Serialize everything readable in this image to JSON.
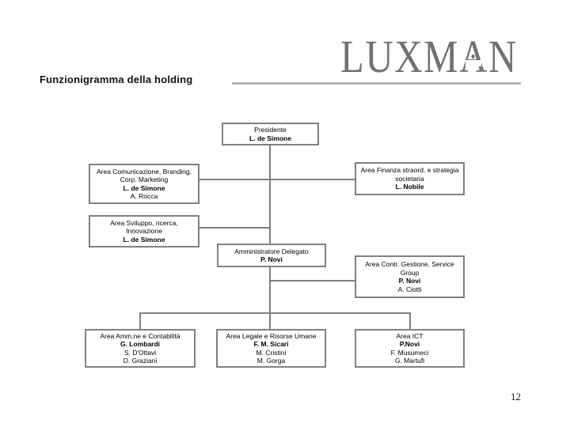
{
  "slide": {
    "title": "Funzionigramma della holding",
    "page_number": "12"
  },
  "logo": {
    "text": "LUXMAN",
    "letters": [
      "L",
      "U",
      "X",
      "M",
      "A",
      "N"
    ],
    "color": "#6e7173"
  },
  "colors": {
    "box_border": "#808080",
    "connector": "#808080",
    "title_rule": "#b0b3b5",
    "text": "#000000"
  },
  "org_chart": {
    "nodes": [
      {
        "id": "presidente",
        "lines": [
          "Presidente",
          "L. de Simone"
        ]
      },
      {
        "id": "comunicazione",
        "lines": [
          "Area Comunicazione, Branding,",
          "Corp. Marketing",
          "L.  de Simone",
          "A. Rocca"
        ]
      },
      {
        "id": "finanza",
        "lines": [
          "Area Finanza straord. e strategia",
          "societaria",
          "L. Nobile"
        ]
      },
      {
        "id": "sviluppo",
        "lines": [
          "Area Sviluppo, ricerca,",
          "Innovazione",
          "L. de Simone"
        ]
      },
      {
        "id": "amministratore-delegato",
        "lines": [
          "Amministratore Delegato",
          "P. Novi"
        ]
      },
      {
        "id": "contr-gestione",
        "lines": [
          "Area Contr. Gestione, Service",
          "Group",
          "P. Novi",
          "A. Ciotti"
        ]
      },
      {
        "id": "amministrazione-contabilita",
        "lines": [
          "Area Amm.ne e  Contabilità",
          "G. Lombardi",
          "S. D'Ottavi",
          "D. Graziani"
        ]
      },
      {
        "id": "legale-risorse-umane",
        "lines": [
          "Area Legale e Risorse Umane",
          "F. M. Sicari",
          "M. Cristini",
          "M. Gorga"
        ]
      },
      {
        "id": "ict",
        "lines": [
          "Area ICT",
          "P.Novi",
          "F. Musumeci",
          "G. Martufi"
        ]
      }
    ]
  }
}
